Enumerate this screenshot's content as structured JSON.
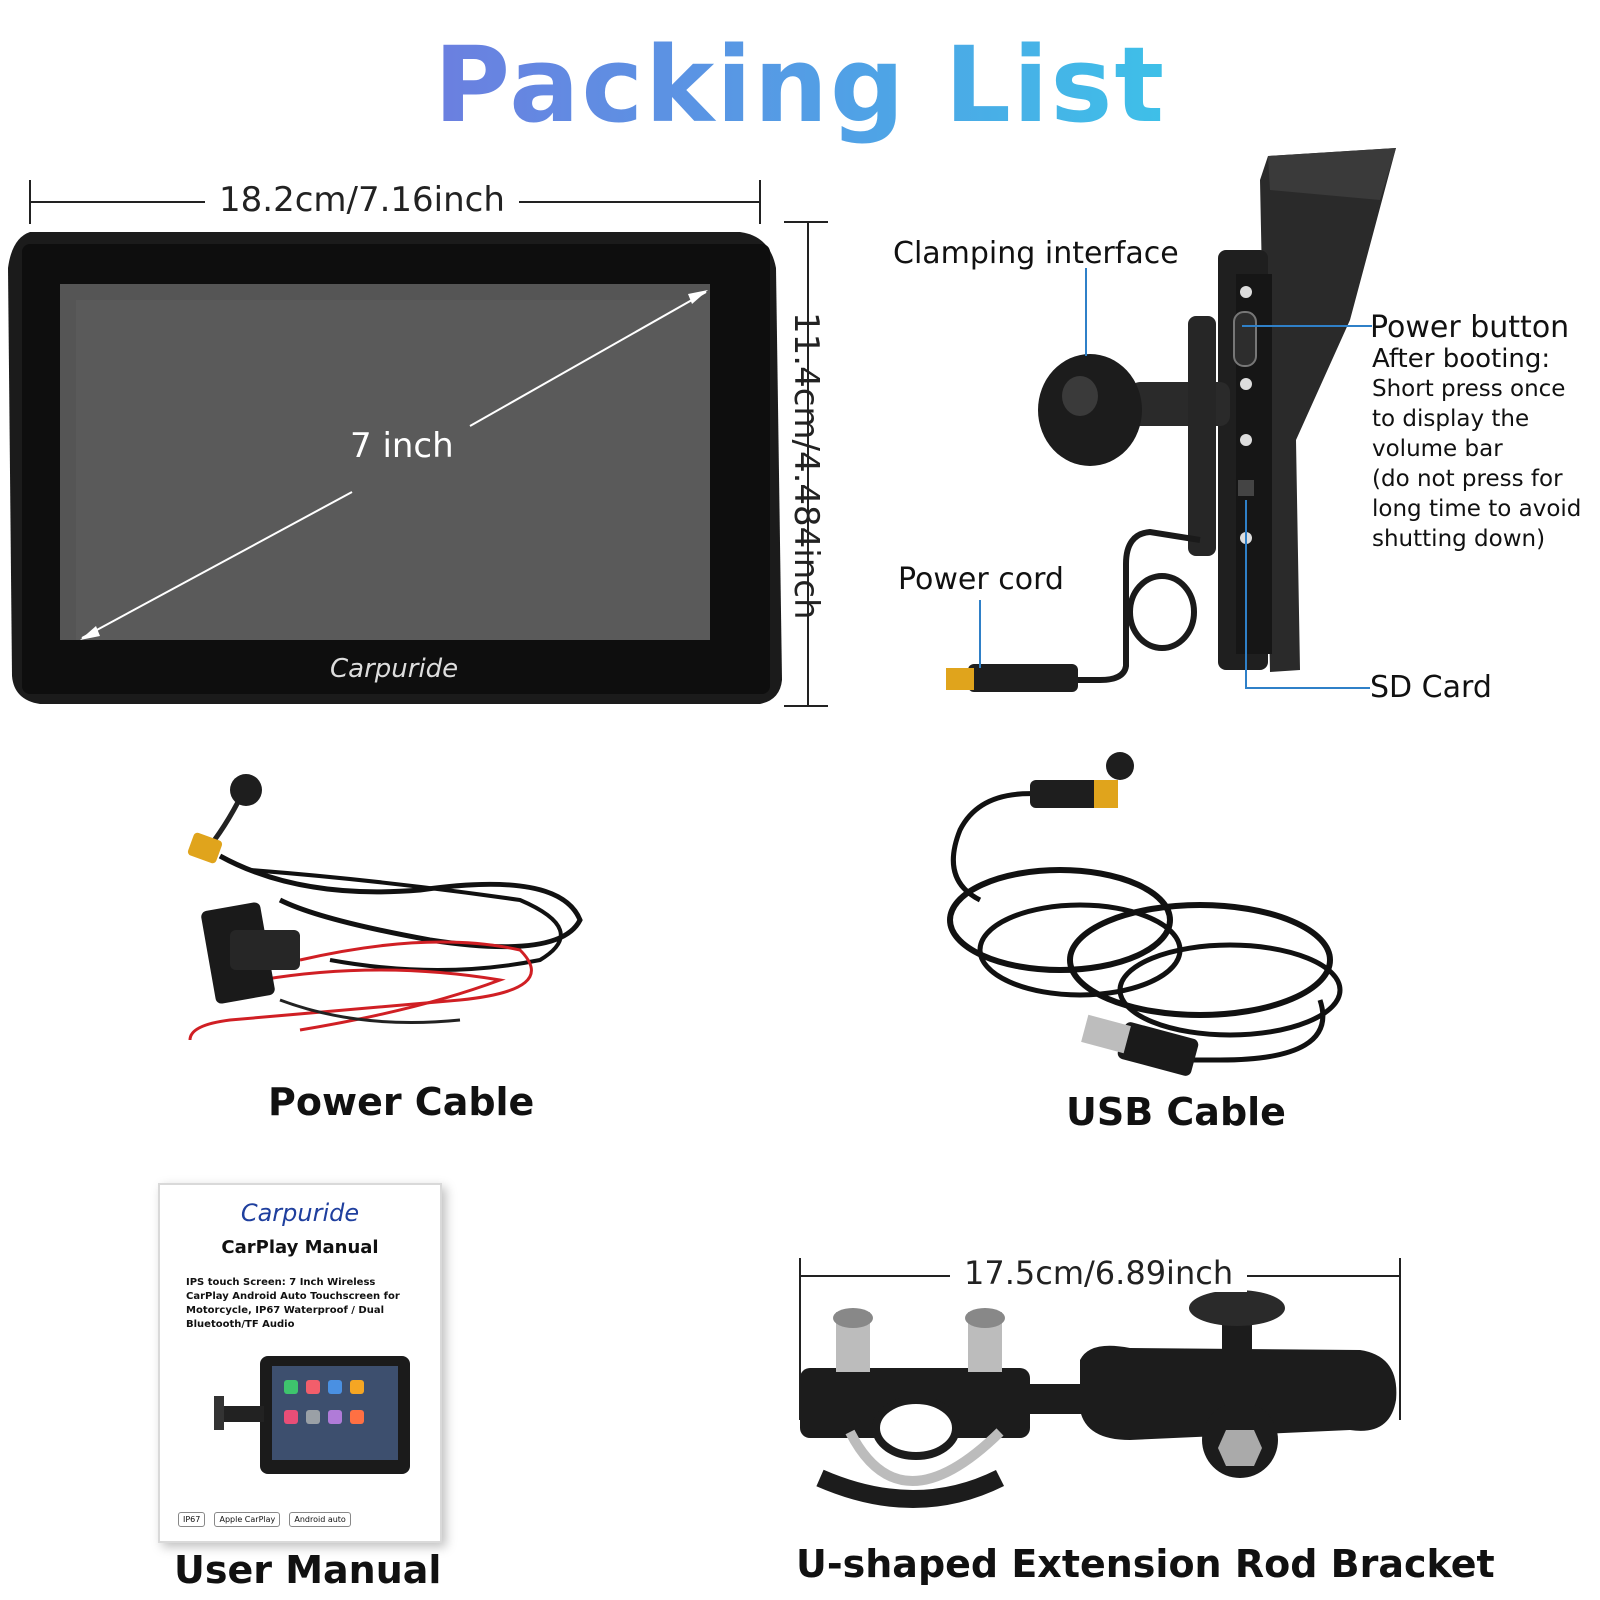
{
  "title": "Packing List",
  "device": {
    "width_label": "18.2cm/7.16inch",
    "height_label": "11.4cm/4.484inch",
    "diagonal_label": "7 inch",
    "brand": "Carpuride"
  },
  "callouts": {
    "clamping": "Clamping interface",
    "power_button": "Power button",
    "after_booting": "After booting:",
    "power_note_lines": [
      "Short press once",
      "to display the",
      "volume bar",
      "(do not press for",
      "long time to avoid",
      "shutting down)"
    ],
    "power_cord": "Power cord",
    "sd_card": "SD Card"
  },
  "items": {
    "power_cable": "Power Cable",
    "usb_cable": "USB Cable",
    "user_manual": "User Manual",
    "bracket": "U-shaped Extension Rod Bracket"
  },
  "bracket_width_label": "17.5cm/6.89inch",
  "manual": {
    "brand": "Carpuride",
    "title": "CarPlay Manual",
    "description": "IPS touch Screen: 7 Inch Wireless CarPlay Android Auto Touchscreen for Motorcycle, IP67 Waterproof / Dual Bluetooth/TF Audio",
    "badges": [
      "IP67",
      "Apple CarPlay",
      "Android auto"
    ]
  }
}
